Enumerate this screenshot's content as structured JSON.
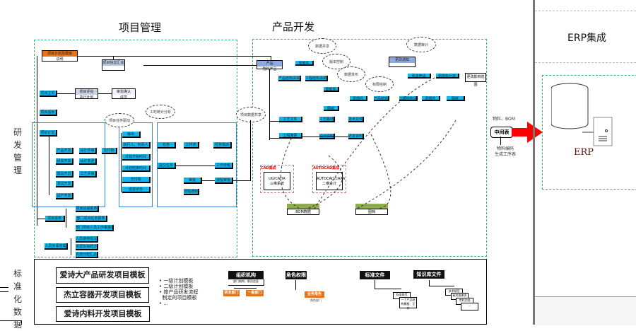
{
  "titles": {
    "project_management": "项目管理",
    "product_development": "产品开发",
    "erp_integration": "ERP集成"
  },
  "side_labels": {
    "rd_management": [
      "研",
      "发",
      "管",
      "理"
    ],
    "standardized_data": [
      "标",
      "准",
      "化",
      "数",
      "据"
    ]
  },
  "project_management": {
    "top_box": {
      "header": "项目计划及模板",
      "body": "说明"
    },
    "summary_box": {
      "header": "项目信息汇总",
      "body": ""
    },
    "row1": {
      "left": "项目立项",
      "mid_header": "项目评估",
      "mid_body": "执行计划",
      "right_header": "审批确认",
      "right_body": "成员"
    },
    "row2": "项目看板",
    "row3": "项目计划",
    "plan_items": [
      "产品开发",
      "研发开发",
      "模具开发",
      "测试开发",
      "试产开发"
    ],
    "plan_items_2": [
      "设计评审",
      "设计变更",
      "工艺评审"
    ],
    "plan_item_mid": "交付物",
    "cloud_1": "项目任务驱动",
    "cloud_2": "工时统计分析",
    "cloud_3": "项目数据共享",
    "deliverables": [
      "输出",
      "执行人、负责人",
      "计划开始时间",
      "计划结束时间",
      "交付物",
      "进度状态"
    ],
    "tasks": [
      "任务",
      "工作流",
      "任务指派",
      "提交任务",
      "工作流程",
      "审批",
      "流程审批",
      "流程通知"
    ],
    "report": {
      "label": "项目报表",
      "items": [
        "项目进度报表",
        "部门项目任务报表",
        "部门项目人员工作量报表"
      ]
    },
    "resource": {
      "label": "人员资源管理",
      "items": [
        "人员使用情况",
        "资源负荷统计",
        "资源分配汇总"
      ]
    }
  },
  "product_development": {
    "product": {
      "header": "产品",
      "body": "物料产品"
    },
    "bom_labels": [
      "零部件",
      "产品结构清单",
      "工程结构清单",
      "零部件",
      "图纸",
      "工艺文件",
      "工艺路线",
      "技术文件",
      "工程变更",
      "设计资料",
      "研发资料"
    ],
    "clouds": [
      "数据共享",
      "版本控制",
      "数据发布",
      "权限控制",
      "数据审计"
    ],
    "cad_tools": [
      {
        "tag": "CAD集成",
        "title": "UG/CATIA",
        "body": "三维系统"
      },
      {
        "tag": "AUTOCAD集成",
        "title": "AUTOCAD/CAXA",
        "body": "二维设计"
      }
    ],
    "doc_change": {
      "header": "更改通知",
      "body": "变更单"
    },
    "change_items": [
      "更改申请",
      "更改执行单",
      "更改影响范围"
    ],
    "outputs": [
      "BOM数据",
      "图档"
    ]
  },
  "integration": {
    "top_text": "物料、BOM",
    "middleware": "中间表",
    "bottom_text": [
      "物料编码",
      "生成工序表"
    ],
    "erp_label": "ERP"
  },
  "standardized_data": {
    "templates": [
      "爱诗大产品研发项目模板",
      "杰立容器开发项目模板",
      "爱诗内料开发项目模板"
    ],
    "bullets": [
      "一级计划模板",
      "二级计划模板",
      "按产品研发流程",
      "制定的项目模板",
      "..."
    ],
    "org": {
      "header": "组织机构",
      "sub": "部门结构、职员信息",
      "children": [
        "研发部门",
        "一般部门"
      ]
    },
    "role": {
      "header": "角色权限",
      "child": "业务角色",
      "child_sub": "角色部门"
    },
    "std_docs": {
      "header": "标准文件",
      "items": [
        "标准规范",
        "一个产品结构模板、正文"
      ]
    },
    "knowledge": {
      "header": "知识库文件",
      "items": [
        "技术规范",
        "研究成果资料",
        "专利文档",
        "..."
      ]
    }
  },
  "colors": {
    "cyan": "#12b6ea",
    "orange": "#e5741d",
    "green_region": "#2eb868",
    "blue_box": "#3a86c8",
    "arrow_red": "#ff0000",
    "green_bar": "#8fad4f",
    "header_blue": "#8ea9db"
  }
}
